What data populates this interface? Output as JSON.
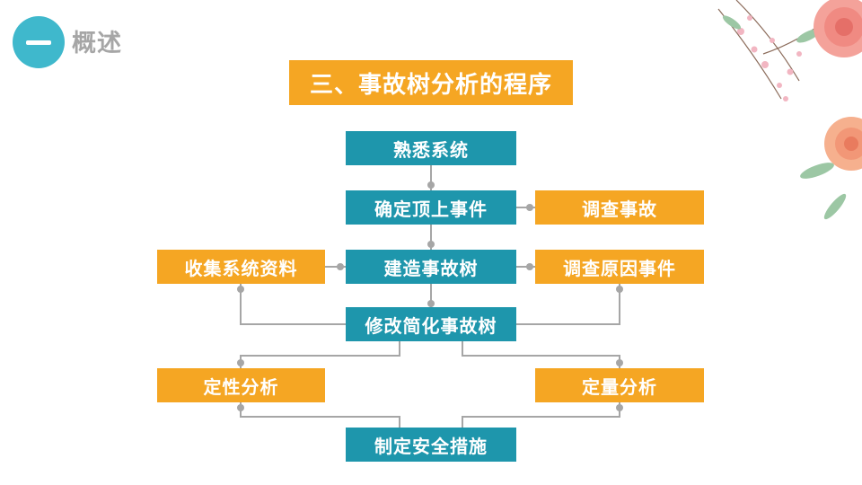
{
  "header": {
    "section_title": "概述",
    "main_title": "三、事故树分析的程序"
  },
  "flow": {
    "step1": "熟悉系统",
    "step2": "确定顶上事件",
    "step3": "建造事故树",
    "step4": "修改简化事故树",
    "step5": "制定安全措施",
    "side_investigate_accident": "调查事故",
    "side_collect_data": "收集系统资料",
    "side_investigate_causes": "调查原因事件",
    "qualitative": "定性分析",
    "quantitative": "定量分析"
  },
  "colors": {
    "teal": "#1e96ac",
    "orange": "#f5a623",
    "badge": "#3fb8cc",
    "connector": "#a6a6a6"
  }
}
